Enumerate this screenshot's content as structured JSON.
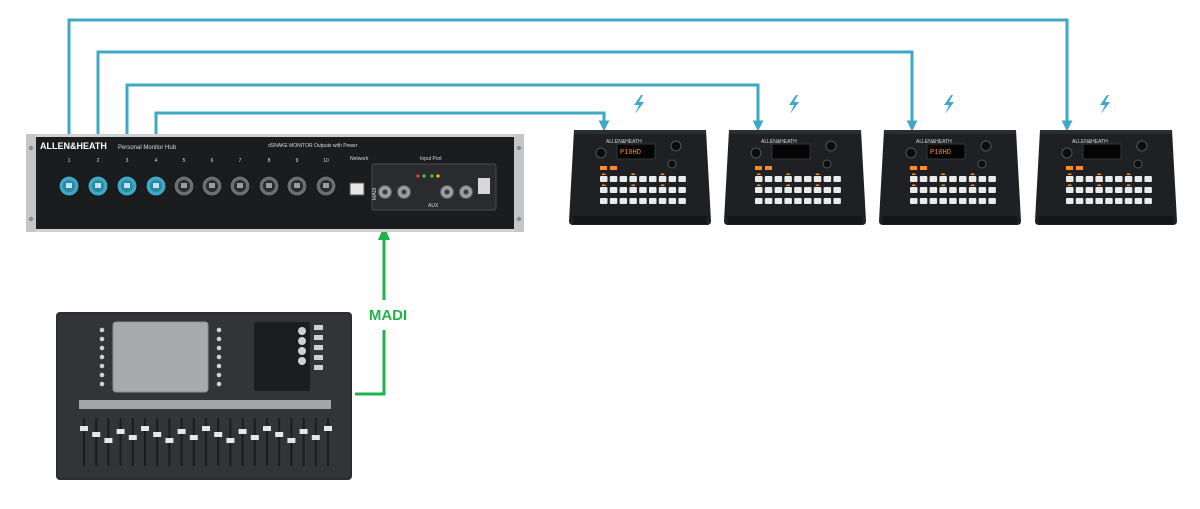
{
  "colors": {
    "snake_cable": "#3fa8c4",
    "madi_cable": "#22b24c",
    "power_icon": "#3fa8c4",
    "device_dark": "#1d1f22",
    "display_orange": "#ff8a1f"
  },
  "hub": {
    "brand": "ALLEN&HEATH",
    "model": "Personal Monitor Hub",
    "outputs_title": "dSNAKE MONITOR Outputs with Power",
    "network_label": "Network",
    "input_title": "Input Port",
    "port_numbers": [
      "1",
      "2",
      "3",
      "4",
      "5",
      "6",
      "7",
      "8",
      "9",
      "10"
    ],
    "madi_port_label": "MADI",
    "aux_label": "AUX"
  },
  "madi_cable": {
    "label": "MADI"
  },
  "mixers": [
    {
      "brand": "ALLEN&HEATH",
      "display": "P10HD",
      "power_icon": "lightning-bolt"
    },
    {
      "brand": "ALLEN&HEATH",
      "display": "",
      "power_icon": "lightning-bolt"
    },
    {
      "brand": "ALLEN&HEATH",
      "display": "P10HD",
      "power_icon": "lightning-bolt"
    },
    {
      "brand": "ALLEN&HEATH",
      "display": "",
      "power_icon": "lightning-bolt"
    }
  ],
  "console": {
    "icon": "digital-mixing-console"
  }
}
